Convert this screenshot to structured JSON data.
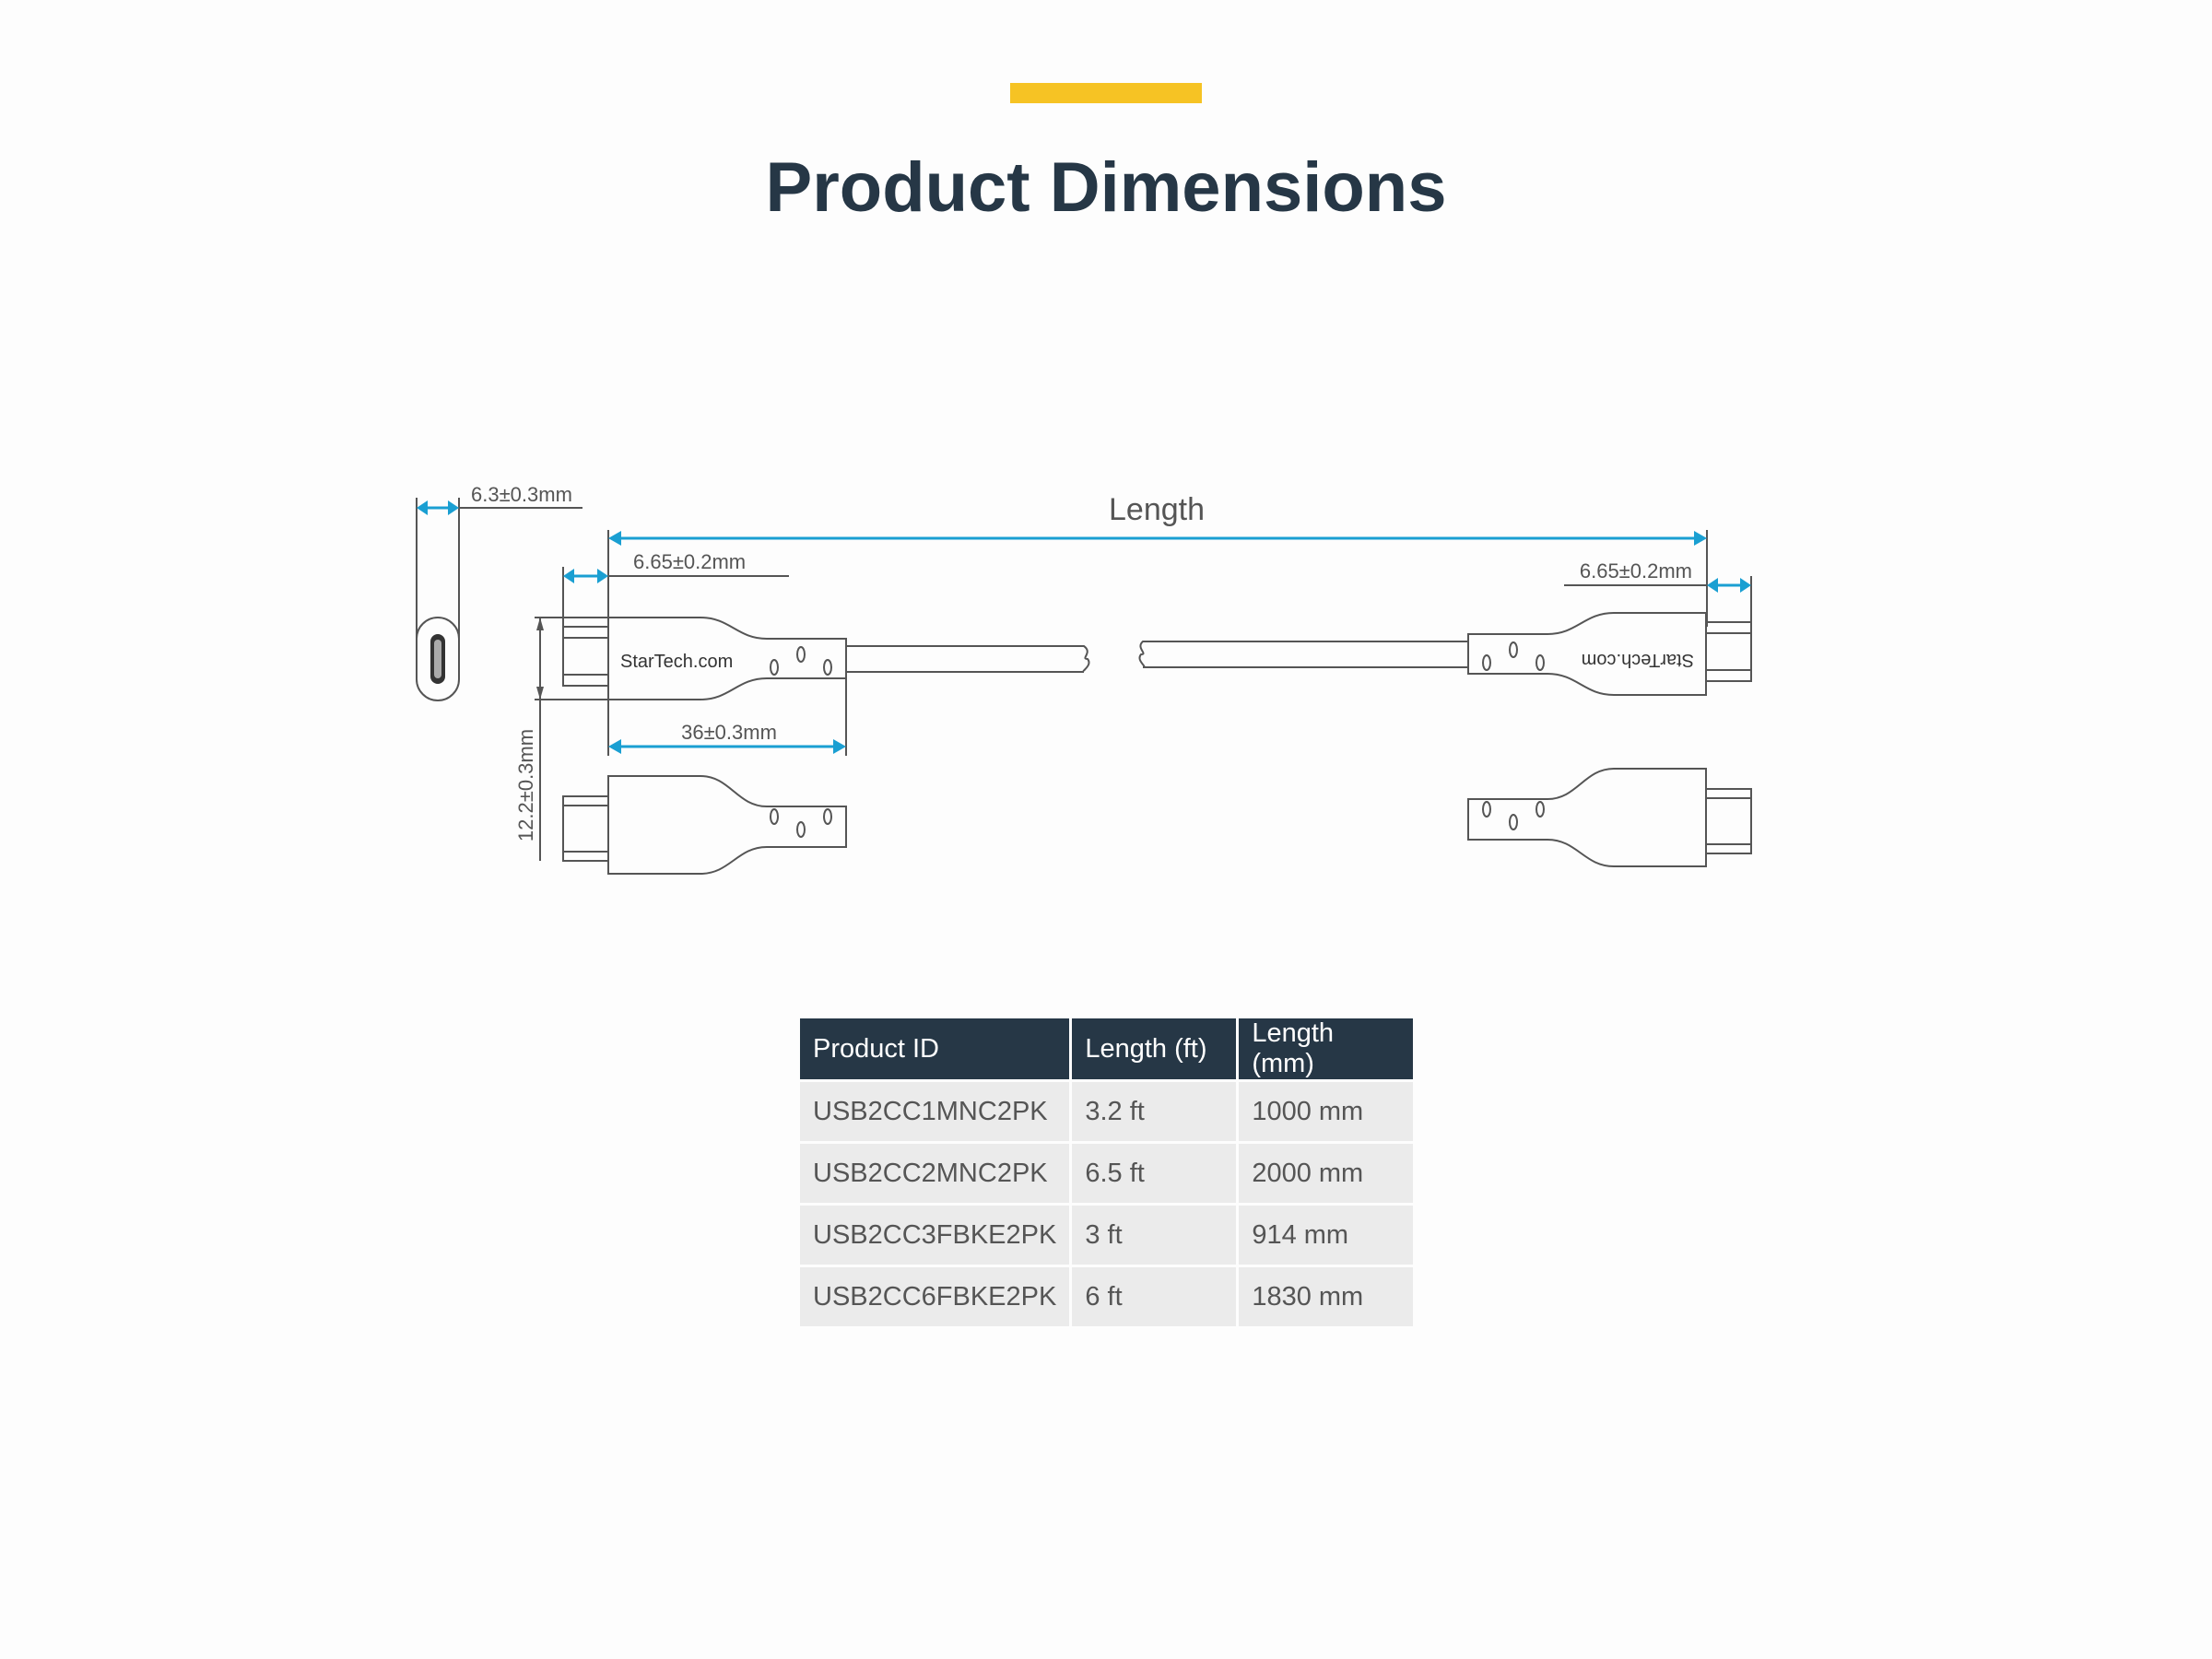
{
  "title": "Product Dimensions",
  "diagram": {
    "length_label": "Length",
    "side_width": "6.3±0.3mm",
    "tip_left": "6.65±0.2mm",
    "tip_right": "6.65±0.2mm",
    "connector_length": "36±0.3mm",
    "connector_height": "12.2±0.3mm",
    "brand": "StarTech.com",
    "colors": {
      "dimension_arrow": "#1a9fd2",
      "accent": "#f6c324",
      "header": "#263746"
    }
  },
  "table": {
    "headers": [
      "Product ID",
      "Length (ft)",
      "Length (mm)"
    ],
    "rows": [
      [
        "USB2CC1MNC2PK",
        "3.2 ft",
        "1000 mm"
      ],
      [
        "USB2CC2MNC2PK",
        "6.5 ft",
        "2000 mm"
      ],
      [
        "USB2CC3FBKE2PK",
        "3 ft",
        "914 mm"
      ],
      [
        "USB2CC6FBKE2PK",
        "6 ft",
        "1830 mm"
      ]
    ]
  }
}
